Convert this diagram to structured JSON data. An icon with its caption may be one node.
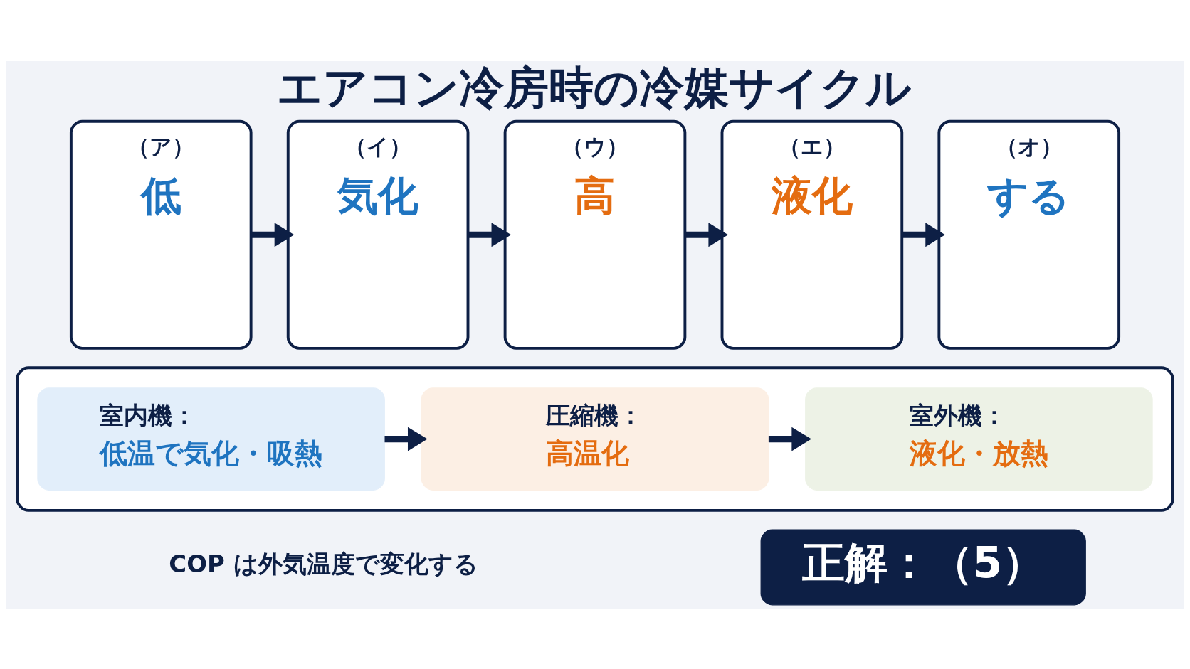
{
  "diagram": {
    "title": "エアコン冷房時の冷媒サイクル",
    "nodes": [
      {
        "text": [
          "（ア）",
          "低"
        ]
      },
      {
        "text": [
          "（イ）",
          "気化"
        ]
      },
      {
        "text": [
          "（ウ）",
          "高"
        ]
      },
      {
        "text": [
          "（エ）",
          "液化"
        ]
      },
      {
        "text": [
          "（オ）",
          "する"
        ]
      },
      {
        "text": [],
        "shape": "box"
      },
      {
        "text": [
          "室内機：",
          "低温で気化・吸熱"
        ],
        "in": 5
      },
      {
        "text": [
          "圧縮機：",
          "高温化"
        ],
        "in": 5
      },
      {
        "text": [
          "室外機：",
          "液化・放熱"
        ],
        "in": 5
      },
      {
        "text": [
          "正解：（5）"
        ]
      }
    ],
    "edges": [
      {
        "from": 0,
        "to": 1,
        "arrow": "to"
      },
      {
        "from": 1,
        "to": 2,
        "arrow": "to"
      },
      {
        "from": 2,
        "to": 3,
        "arrow": "to"
      },
      {
        "from": 3,
        "to": 4,
        "arrow": "to"
      },
      {
        "from": 6,
        "to": 7,
        "arrow": "to"
      },
      {
        "from": 7,
        "to": 8,
        "arrow": "to"
      }
    ],
    "labels": [
      "COP は外気温度で変化する"
    ]
  }
}
